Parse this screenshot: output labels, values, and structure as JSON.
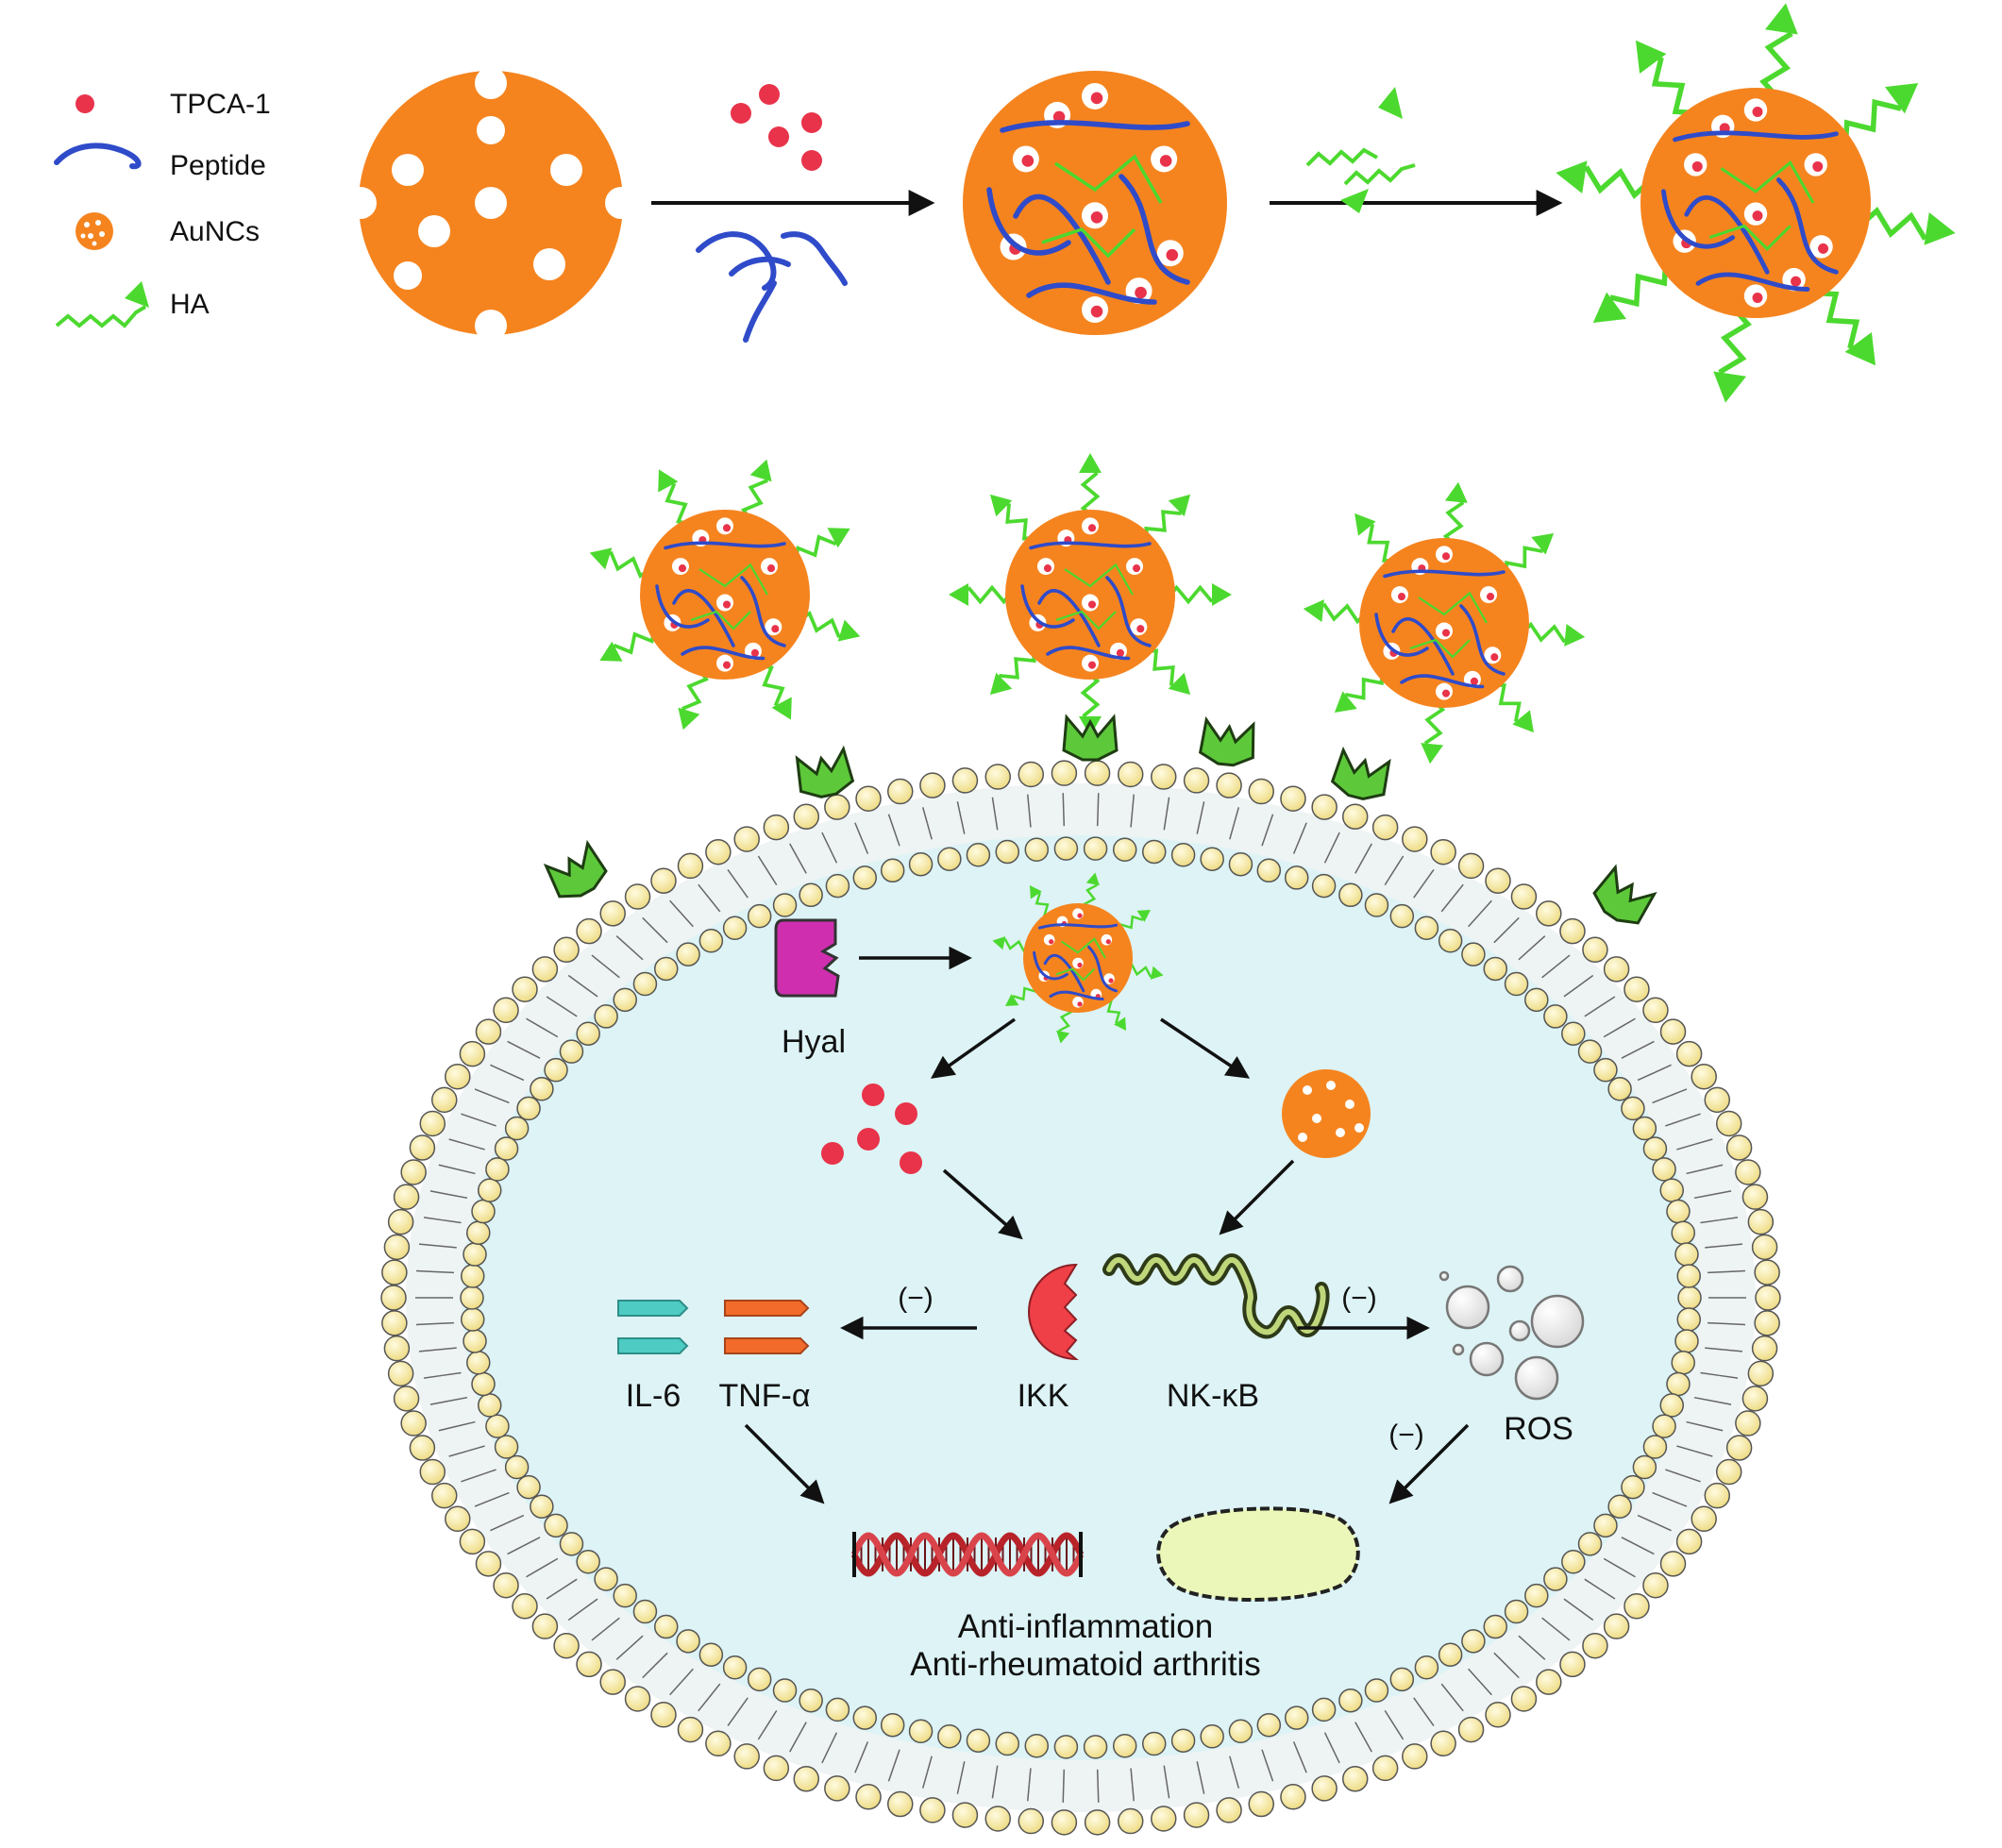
{
  "legend": {
    "tpca": "TPCA-1",
    "peptide": "Peptide",
    "aunc": "AuNCs",
    "ha": "HA"
  },
  "labels": {
    "hyal": "Hyal",
    "il6": "IL-6",
    "tnf": "TNF-α",
    "ikk": "IKK",
    "nfkb": "NK-κB",
    "ros": "ROS",
    "inhibit_left": "(−)",
    "inhibit_right": "(−)",
    "inhibit_ros": "(−)",
    "outcome_line1": "Anti-inflammation",
    "outcome_line2": "Anti-rheumatoid arthritis"
  },
  "colors": {
    "orange": "#F5841F",
    "red_dot": "#E8334A",
    "peptide_blue": "#2F4BC9",
    "ha_green": "#4CD92F",
    "receptor_green": "#5DC93A",
    "hyal_magenta": "#CF2FAF",
    "ikk_red": "#EF3F47",
    "tnf_orange": "#F26B2A",
    "il6_teal": "#4ECBC3",
    "cell_fill": "#DDF3F5",
    "lipid_head": "#F7EBA2",
    "dna_red": "#B8232A",
    "mito_fill": "#EAF7B8"
  }
}
